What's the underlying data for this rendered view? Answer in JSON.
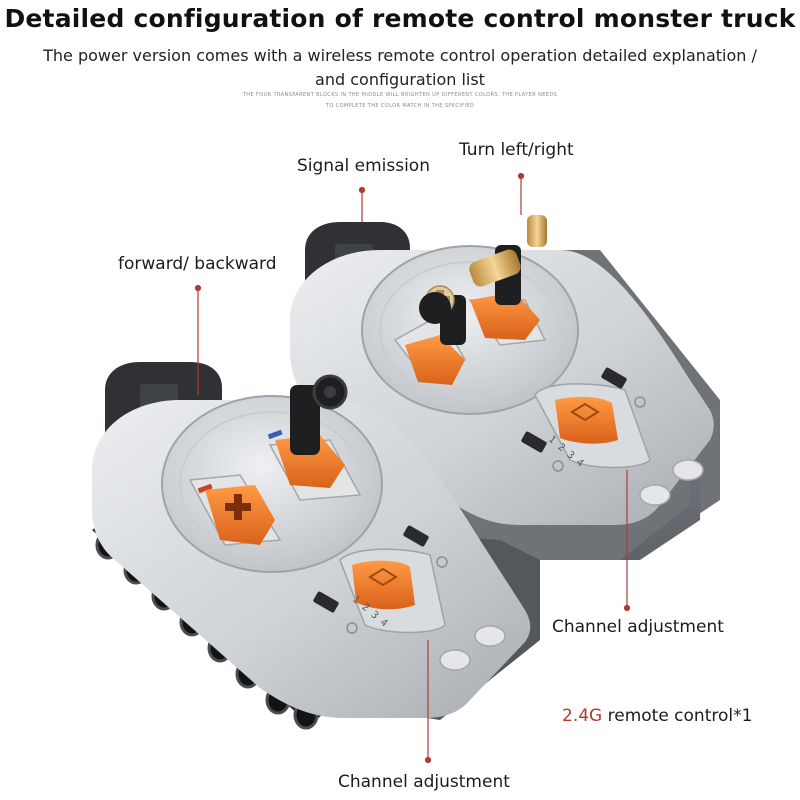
{
  "header": {
    "title": "Detailed configuration of remote control monster truck",
    "subtitle_line1": "The power version comes with a wireless remote control operation detailed explanation /",
    "subtitle_line2": "and configuration list",
    "fine_line1": "THE FOUR TRANSPARENT BLOCKS IN THE MIDDLE WILL BRIGHTEN UP DIFFERENT COLORS.   THE PLAYER NEEDS",
    "fine_line2": "TO COMPLETE THE COLOR MATCH IN THE SPECIFIED"
  },
  "labels": {
    "signal": "Signal emission",
    "turn": "Turn left/right",
    "forward": "forward/ backward",
    "channel_right": "Channel adjustment",
    "channel_bottom": "Channel adjustment",
    "remote_prefix": "2.4G",
    "remote_suffix": " remote control*1"
  },
  "dial_numbers": "1 2 3 4",
  "colors": {
    "accent": "#b23a32",
    "orange": "#ee7a22",
    "body": "#d4d6d9",
    "dark": "#3d3f42"
  },
  "icons": [
    "cross-axle-icon",
    "channel-selector-icon",
    "pivot-connector-icon"
  ]
}
